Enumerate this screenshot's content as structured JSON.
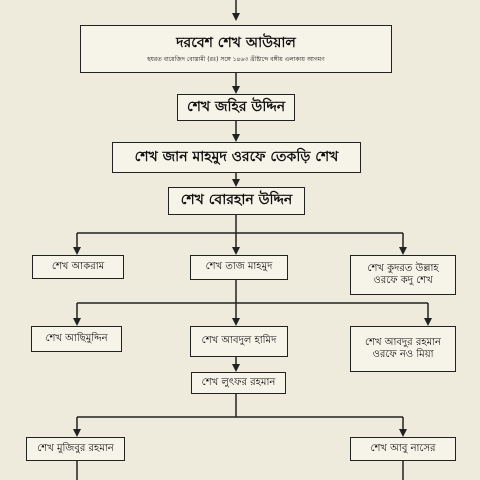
{
  "nodes": {
    "darbesh": {
      "title": "দরবেশ শেখ আউয়াল",
      "subtitle": "হযরত বায়েজিদ বোস্তামী (রঃ) সঙ্গে ১৪৬৩ খ্রীষ্টাব্দে বঙ্গীয় এলাকায় আগমণ"
    },
    "zahir": "শেখ জহির উদ্দিন",
    "jan_mahmud": "শেখ জান মাহমুদ ওরফে তেকড়ি শেখ",
    "borhan": "শেখ বোরহান উদ্দিন",
    "akram": "শেখ আকরাম",
    "taj_mahmud": "শেখ তাজ মাহমুদ",
    "kudrat": [
      "শেখ কুদরত উল্লাহ",
      "ওরফে কদু শেখ"
    ],
    "asimuddin": "শেখ আছিমুদ্দিন",
    "abdul_hamid": "শেখ আবদুল হামিদ",
    "abdur_rahman": [
      "শেখ আবদুর রহমান",
      "ওরফে নও মিয়া"
    ],
    "lutfar": "শেখ লুৎফর রহমান",
    "mujibur": "শেখ মুজিবুর রহমান",
    "abu_naser": "শেখ আবু নাসের"
  }
}
